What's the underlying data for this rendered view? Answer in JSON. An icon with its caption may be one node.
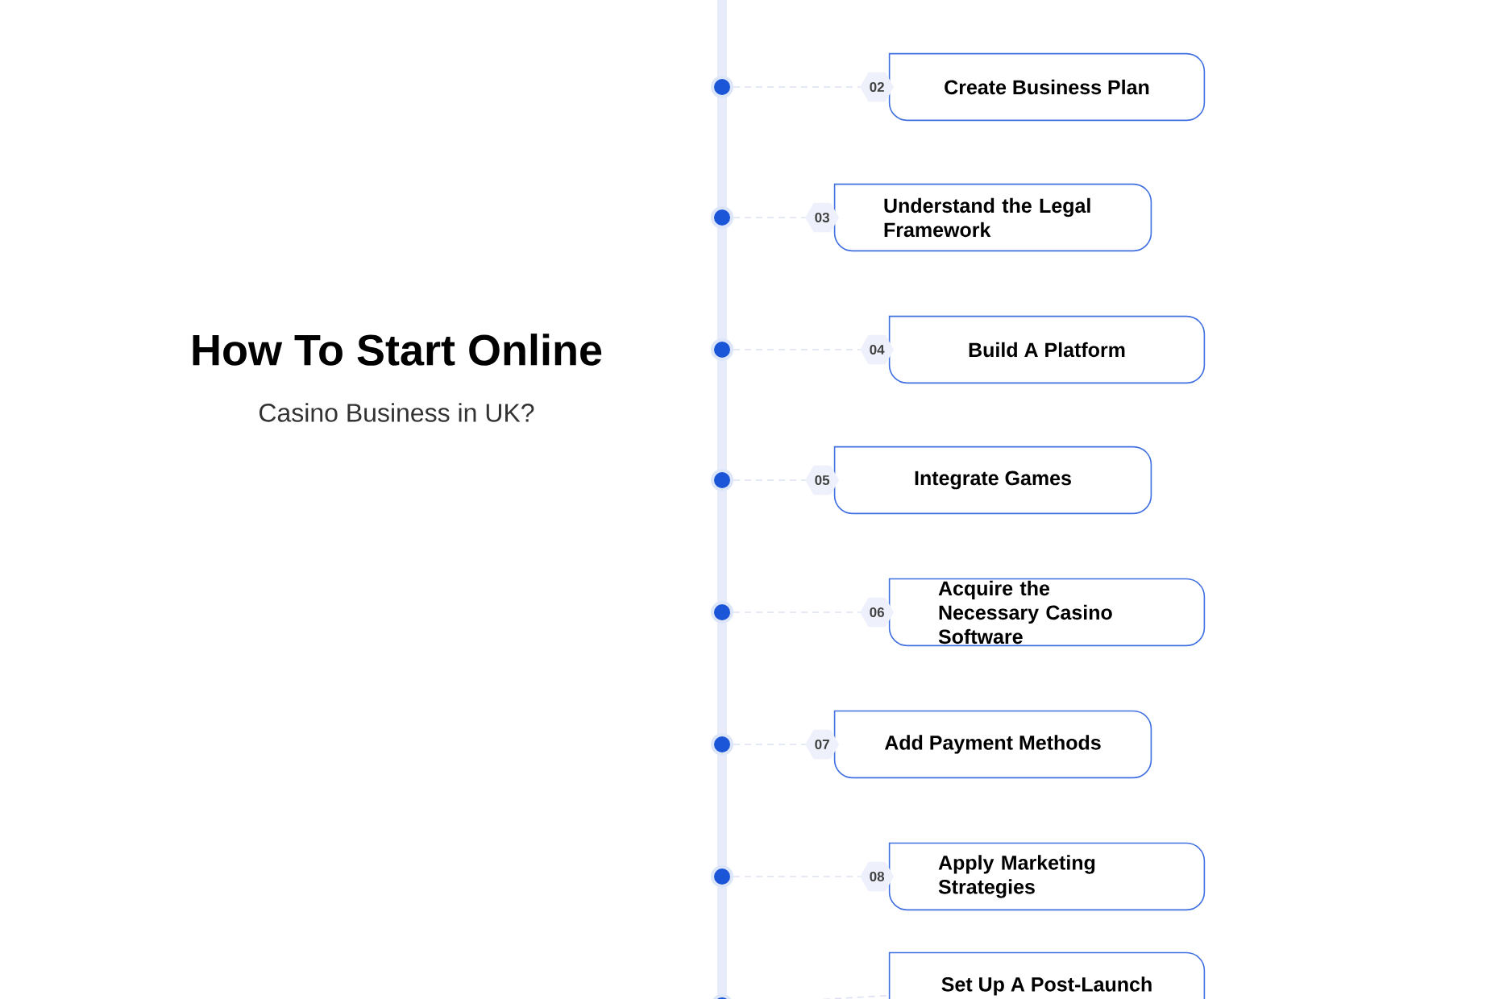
{
  "diagram": {
    "title": "How To Start Online",
    "nodes": [
      {
        "text": [],
        "shape": "circle"
      },
      {
        "text": [
          "Create Business Plan"
        ],
        "beside": [
          "02"
        ]
      },
      {
        "text": [],
        "shape": "circle"
      },
      {
        "text": [
          "Understand the Legal Framework"
        ],
        "beside": [
          "03"
        ]
      },
      {
        "text": [],
        "shape": "circle"
      },
      {
        "text": [
          "Build A Platform"
        ],
        "beside": [
          "04"
        ]
      },
      {
        "text": [],
        "shape": "circle"
      },
      {
        "text": [
          "Integrate Games"
        ],
        "beside": [
          "05"
        ]
      },
      {
        "text": [],
        "shape": "circle"
      },
      {
        "text": [
          "Acquire the Necessary Casino Software"
        ],
        "beside": [
          "06"
        ]
      },
      {
        "text": [],
        "shape": "circle"
      },
      {
        "text": [
          "Add Payment Methods"
        ],
        "beside": [
          "07"
        ]
      },
      {
        "text": [],
        "shape": "circle"
      },
      {
        "text": [
          "Apply Marketing Strategies"
        ],
        "beside": [
          "08"
        ]
      },
      {
        "text": [],
        "shape": "circle"
      },
      {
        "text": [
          "Set Up A Post-Launch"
        ]
      }
    ],
    "edges": [
      {
        "from": 0,
        "to": 1,
        "arrow": "none",
        "style": "dashed"
      },
      {
        "from": 2,
        "to": 3,
        "arrow": "none",
        "style": "dashed"
      },
      {
        "from": 4,
        "to": 5,
        "arrow": "none",
        "style": "dashed"
      },
      {
        "from": 6,
        "to": 7,
        "arrow": "none",
        "style": "dashed"
      },
      {
        "from": 8,
        "to": 9,
        "arrow": "none",
        "style": "dashed"
      },
      {
        "from": 10,
        "to": 11,
        "arrow": "none",
        "style": "dashed"
      },
      {
        "from": 12,
        "to": 13,
        "arrow": "none",
        "style": "dashed"
      },
      {
        "from": 14,
        "to": 15,
        "arrow": "none",
        "style": "dashed"
      }
    ],
    "labels": [
      "Casino Business in UK?"
    ]
  }
}
